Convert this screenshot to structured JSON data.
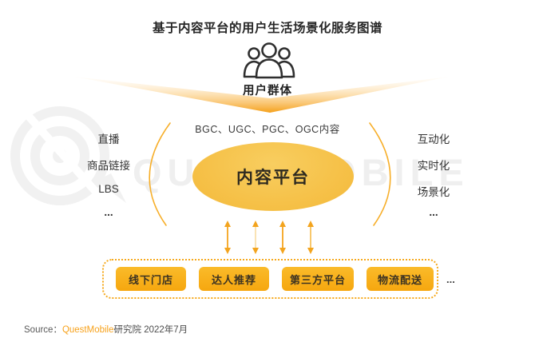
{
  "title": "基于内容平台的用户生活场景化服务图谱",
  "user_group": {
    "label": "用户群体"
  },
  "content_types_label": "BGC、UGC、PGC、OGC内容",
  "platform_label": "内容平台",
  "left_features": [
    "直播",
    "商品链接",
    "LBS",
    "..."
  ],
  "right_features": [
    "互动化",
    "实时化",
    "场景化",
    "..."
  ],
  "channels": [
    "线下门店",
    "达人推荐",
    "第三方平台",
    "物流配送"
  ],
  "channels_more": "...",
  "watermark": {
    "text": "QUESTMOBILE"
  },
  "source": {
    "prefix": "Source：",
    "brand": "QuestMobile",
    "suffix": "研究院 2022年7月"
  },
  "icons": {
    "user_group": "three-person-group-outline",
    "flow_arrows": "double-headed-vertical-arrows",
    "brackets": "curved-parenthesis-arcs"
  },
  "colors": {
    "accent_orange": "#F5A41D",
    "ellipse_yellow": "#F6C24A",
    "button_orange": "#F8B018",
    "dashed_border": "#F6A91C",
    "text_dark": "#2f2f2f",
    "watermark_gray": "#efefef"
  }
}
